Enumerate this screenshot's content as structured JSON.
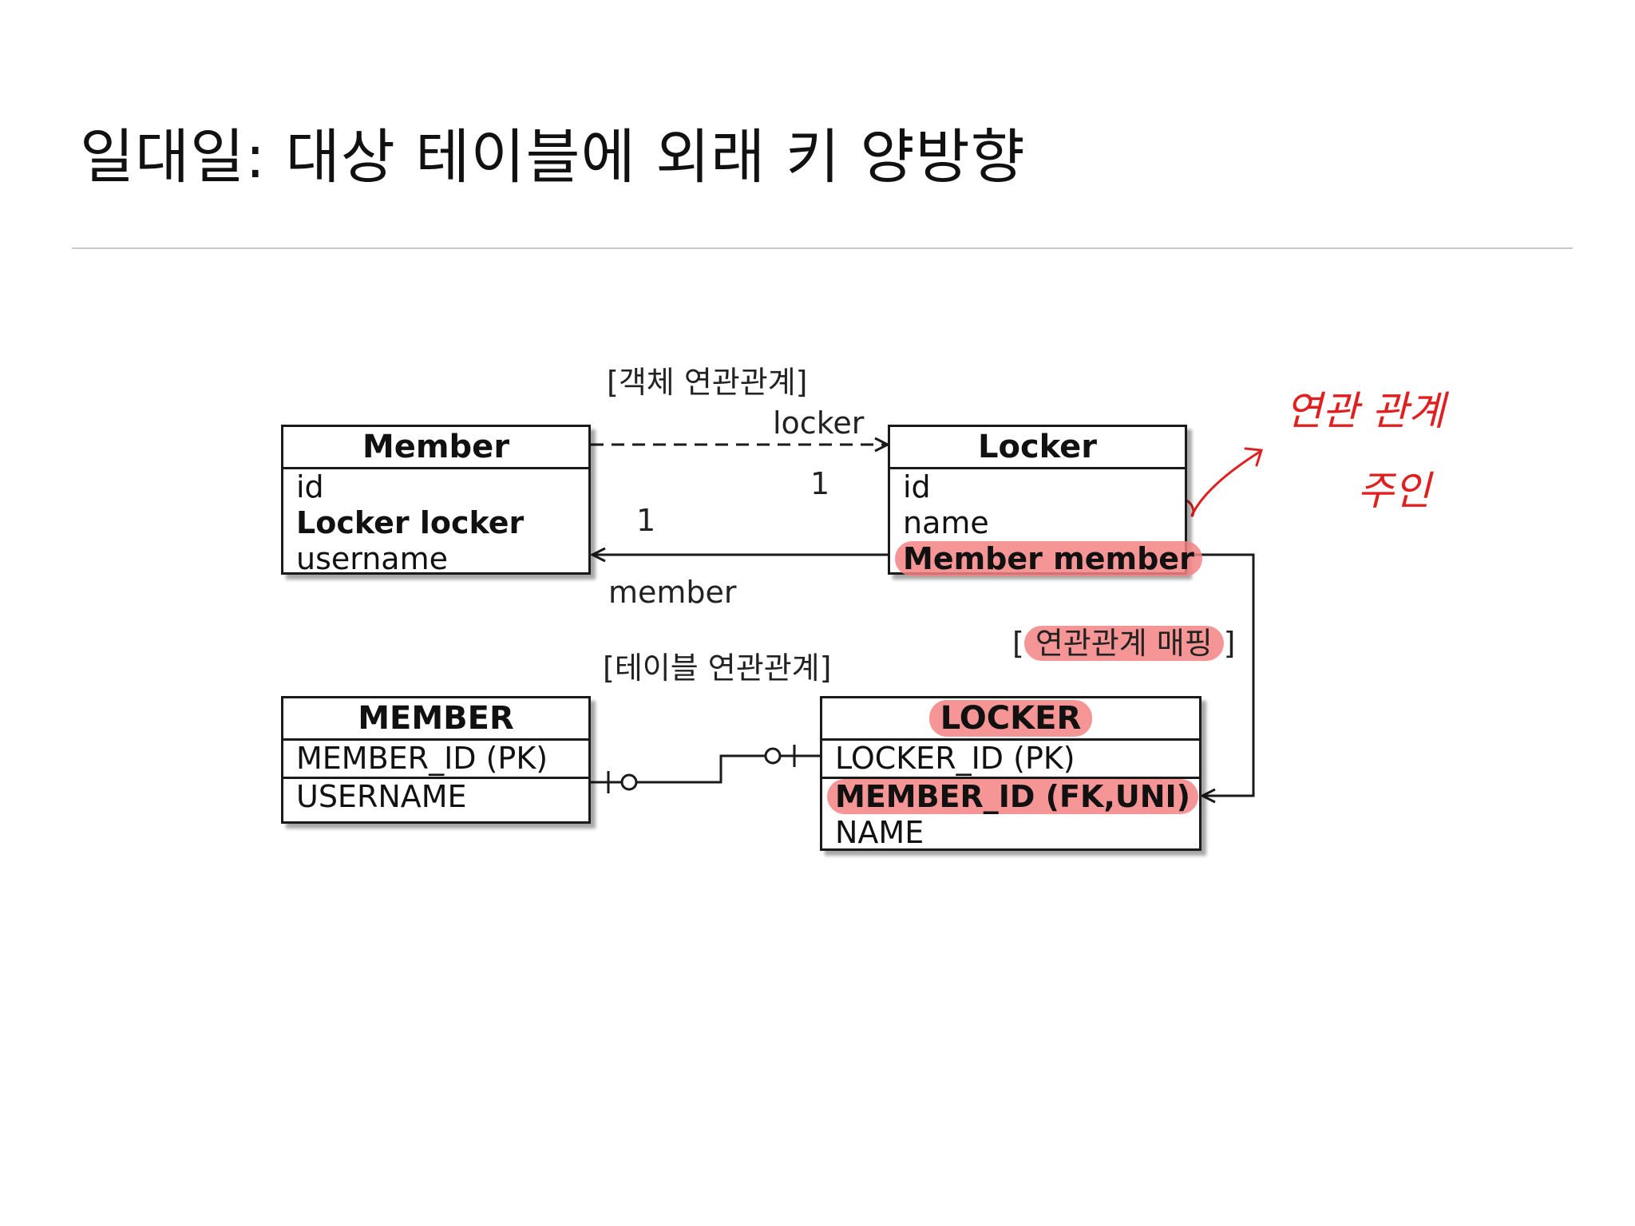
{
  "title": "일대일: 대상 테이블에 외래 키 양방향",
  "object_section": {
    "label": "[객체 연관관계]",
    "member_class": {
      "name": "Member",
      "fields": [
        "id",
        "Locker locker",
        "username"
      ]
    },
    "locker_class": {
      "name": "Locker",
      "fields": [
        "id",
        "name",
        "Member member"
      ]
    },
    "edge_locker_label": "locker",
    "edge_member_label": "member",
    "mult_right": "1",
    "mult_left": "1"
  },
  "table_section": {
    "label": "[테이블 연관관계]",
    "member_table": {
      "name": "MEMBER",
      "pk": "MEMBER_ID (PK)",
      "cols": [
        "USERNAME"
      ]
    },
    "locker_table": {
      "name": "LOCKER",
      "pk": "LOCKER_ID (PK)",
      "fk": "MEMBER_ID (FK,UNI)",
      "cols": [
        "NAME"
      ]
    }
  },
  "mapping_label": {
    "open": "[",
    "text": "연관관계 매핑",
    "close": "]"
  },
  "handwritten_note": {
    "line1": "연관 관계",
    "line2": "주인"
  },
  "colors": {
    "highlight": "#f48282",
    "note": "#e02020",
    "ink": "#1a1a1a"
  }
}
